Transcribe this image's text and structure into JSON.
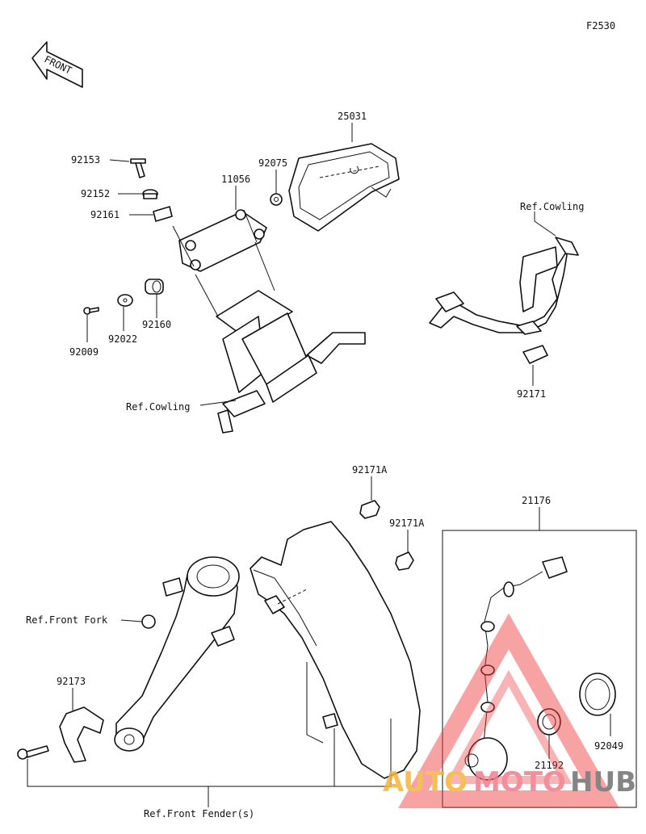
{
  "figure_code": "F2530",
  "front_arrow": "FRONT",
  "parts": [
    "92153",
    "92152",
    "92161",
    "11056",
    "92075",
    "25031",
    "92160",
    "92022",
    "92009",
    "92171",
    "92171A",
    "92171A",
    "21176",
    "92173",
    "21192",
    "92049"
  ],
  "refs": {
    "cowling_top": "Ref.Cowling",
    "cowling_bottom": "Ref.Cowling",
    "front_fork": "Ref.Front Fork",
    "front_fender": "Ref.Front Fender(s)"
  },
  "watermark": {
    "auto": "AUTO",
    "moto": "MOTO",
    "hub": "HUB",
    "colors": {
      "auto": "#f4b43a",
      "moto": "#f07c8c",
      "hub": "#707070",
      "triangle": "#ee3b3b"
    }
  },
  "colors": {
    "line": "#111111",
    "background": "#ffffff"
  }
}
